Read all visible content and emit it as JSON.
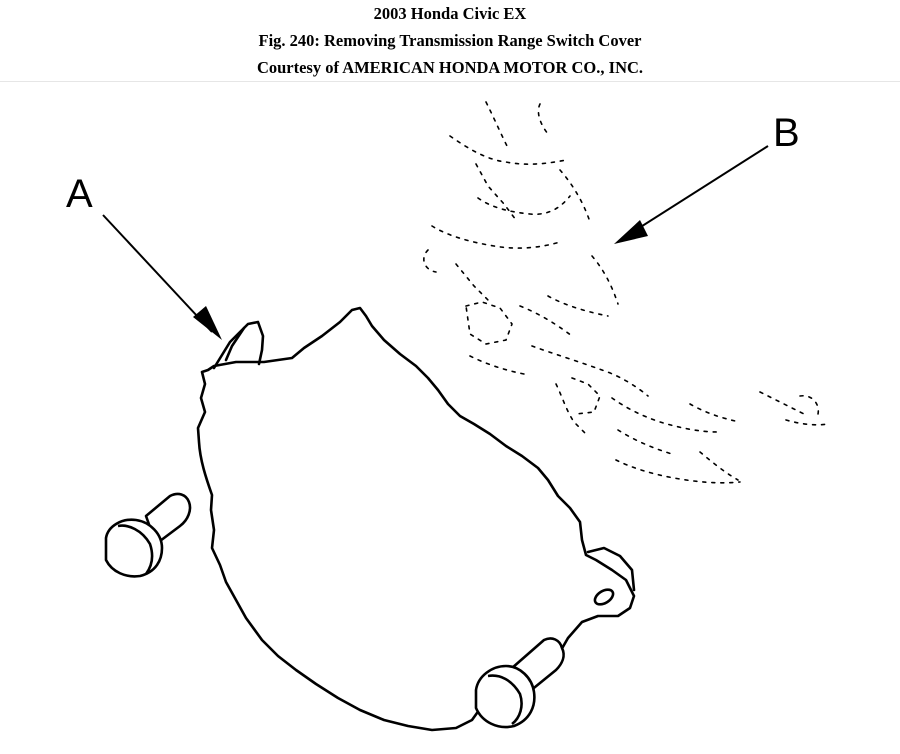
{
  "header": {
    "vehicle": "2003 Honda Civic EX",
    "figure_caption": "Fig. 240: Removing Transmission Range Switch Cover",
    "courtesy": "Courtesy of AMERICAN HONDA MOTOR CO., INC."
  },
  "diagram": {
    "callouts": [
      {
        "id": "A",
        "label": "A"
      },
      {
        "id": "B",
        "label": "B"
      }
    ],
    "colors": {
      "line": "#000000",
      "background": "#ffffff"
    }
  }
}
